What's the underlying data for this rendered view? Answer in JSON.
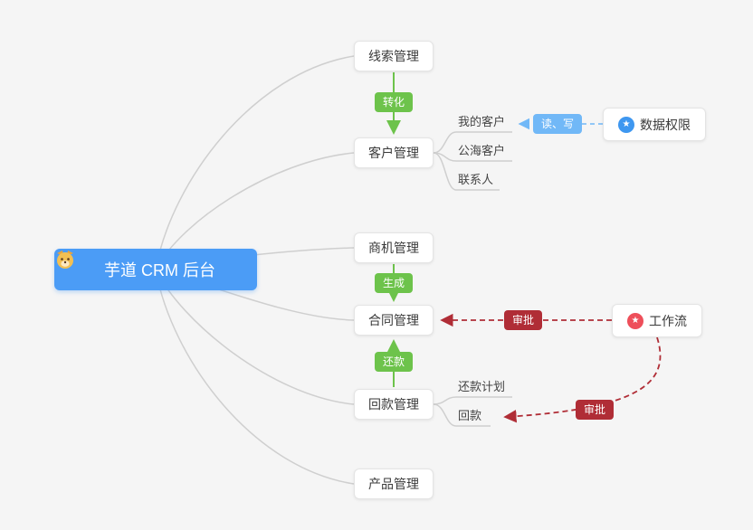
{
  "root": {
    "label": "芋道 CRM 后台"
  },
  "nodes": {
    "clue": "线索管理",
    "customer": "客户管理",
    "business": "商机管理",
    "contract": "合同管理",
    "receivable": "回款管理",
    "product": "产品管理"
  },
  "features": {
    "data_permission": {
      "label": "数据权限",
      "icon": "star-icon"
    },
    "workflow": {
      "label": "工作流",
      "icon": "star-icon"
    }
  },
  "badges": {
    "transform": "转化",
    "generate": "生成",
    "repay": "还款",
    "read_write": "读、写",
    "approve_contract": "审批",
    "approve_receivable": "审批"
  },
  "children": {
    "my_customer": "我的客户",
    "public_customer": "公海客户",
    "contact": "联系人",
    "repayment_plan": "还款计划",
    "receivable": "回款"
  },
  "glyphs": {
    "star": "★"
  },
  "colors": {
    "canvas_bg": "#F5F5F5",
    "root_bg": "#4B9CF6",
    "node_border": "#E4E4E4",
    "connector_gray": "#CFCFCF",
    "arrow_green": "#6DC34B",
    "badge_blue": "#71B8F7",
    "badge_red": "#B02D36",
    "icon_blue": "#3E97F0",
    "icon_red": "#EE4F5A"
  }
}
